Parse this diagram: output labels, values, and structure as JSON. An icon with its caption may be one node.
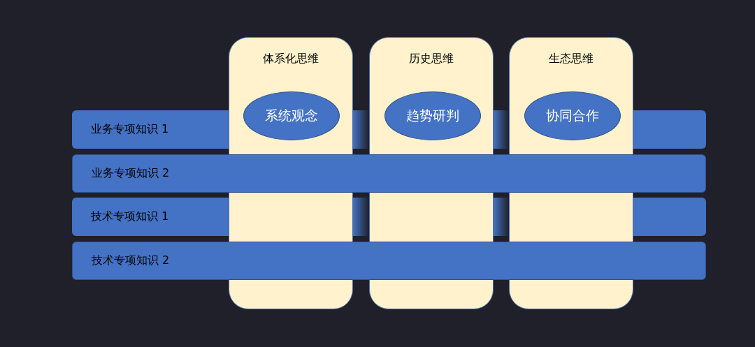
{
  "diagram": {
    "nodes": [
      {
        "text": [
          "体系化思维"
        ]
      },
      {
        "text": [
          "系统观念"
        ],
        "in": 0
      },
      {
        "text": [
          "历史思维"
        ]
      },
      {
        "text": [
          "趋势研判"
        ],
        "in": 2
      },
      {
        "text": [
          "生态思维"
        ]
      },
      {
        "text": [
          "协同合作"
        ],
        "in": 4
      },
      {
        "text": [
          "业务专项知识 1"
        ]
      },
      {
        "text": [
          "业务专项知识 2"
        ]
      },
      {
        "text": [
          "技术专项知识 1"
        ]
      },
      {
        "text": [
          "技术专项知识 2"
        ]
      }
    ]
  }
}
